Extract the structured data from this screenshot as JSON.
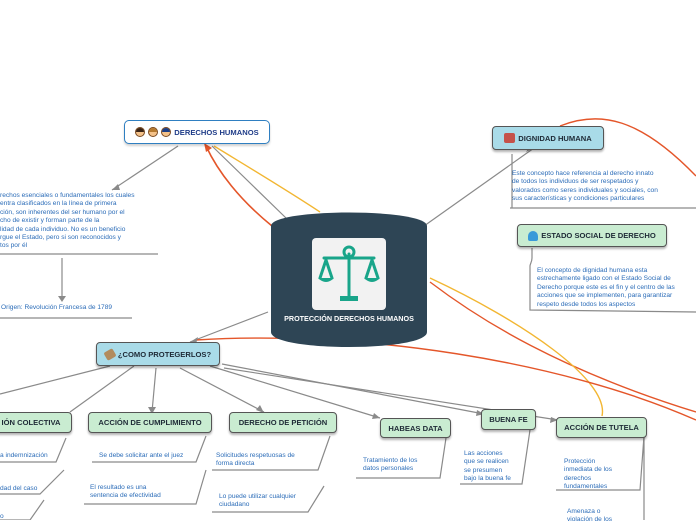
{
  "colors": {
    "central_fill": "#2e4555",
    "connector_gray": "#8a8a8a",
    "connector_orange": "#e4562a",
    "connector_yellow": "#f2b632",
    "text_blue": "#2b6cb8",
    "scale_teal": "#19a58a"
  },
  "central": {
    "title": "PROTECCIÓN DERECHOS HUMANOS",
    "icon": "scales-of-justice-icon"
  },
  "derechos_humanos": {
    "title": "DERECHOS HUMANOS",
    "icons": [
      "man-face-icon",
      "woman-face-icon",
      "police-face-icon"
    ],
    "description": [
      "rechos esenciales o fundamentales los cuales",
      "entra clasificados en la línea de primera",
      "ción, son inherentes del ser humano por el",
      "cho de existir y forman parte de la",
      "lidad de cada individuo.  No es un beneficio",
      "rgue el Estado, pero si son reconocidos y",
      "tos por él"
    ],
    "origin": "Origen: Revolución Francesa de 1789"
  },
  "dignidad": {
    "title": "DIGNIDAD HUMANA",
    "icon": "couple-icon",
    "description": [
      "Este concepto hace referencia al derecho innato",
      "de todos los individuos de ser respetados y",
      "valorados como seres individuales y sociales, con",
      "sus características y condiciones particulares"
    ]
  },
  "estado_social": {
    "title": "ESTADO SOCIAL DE DERECHO",
    "icon": "person-icon",
    "description": [
      "El concepto de dignidad humana esta",
      "estrechamente  ligado con el Estado Social de",
      "Derecho porque este es el fin y el centro de las",
      "acciones que se implementen, para garantizar",
      "respeto desde todos los aspectos"
    ]
  },
  "proteger": {
    "title": "¿COMO PROTEGERLOS?",
    "icon": "gavel-icon"
  },
  "mechanisms": [
    {
      "title": "IÓN COLECTIVA",
      "notes": [
        "a indemnización",
        "dad del caso",
        "o"
      ]
    },
    {
      "title": "ACCIÓN DE CUMPLIMIENTO",
      "notes": [
        "Se debe solicitar ante el juez",
        "El resultado es una\nsentencia de efectividad"
      ]
    },
    {
      "title": "DERECHO DE PETICIÓN",
      "notes": [
        "Solicitudes respetuosas de\nforma directa",
        "Lo puede utilizar cualquier\nciudadano"
      ]
    },
    {
      "title": "HABEAS DATA",
      "notes": [
        "Tratamiento de los\ndatos personales"
      ]
    },
    {
      "title": "BUENA FE",
      "notes": [
        "Las acciones\nque se realicen\nse presumen\nbajo la buena fe"
      ]
    },
    {
      "title": "ACCIÓN DE TUTELA",
      "notes": [
        "Protección\ninmediata de los\nderechos\nfundamentales",
        "Amenaza o\nviolación de los"
      ]
    }
  ]
}
